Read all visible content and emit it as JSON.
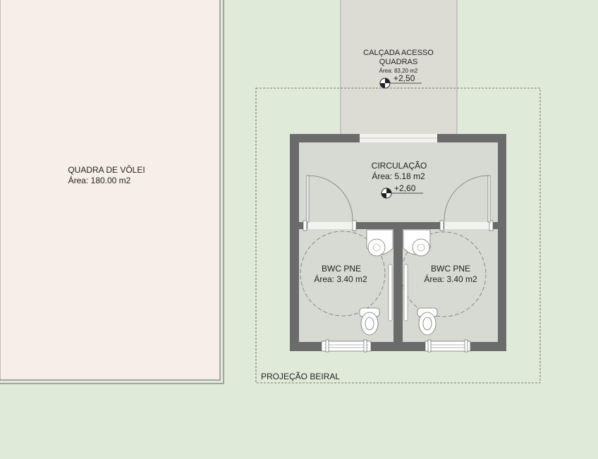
{
  "colors": {
    "ground": "#e0ead9",
    "court": "#f5efe8",
    "court_edge": "#8a8a8a",
    "walkway": "#dcdcd4",
    "wall": "#6b6b6b",
    "room_floor": "#d7d9d3",
    "text": "#222222"
  },
  "court": {
    "name": "QUADRA DE VÔLEI",
    "area": "Área: 180.00 m2"
  },
  "walkway": {
    "name_line1": "CALÇADA ACESSO",
    "name_line2": "QUADRAS",
    "area": "Área: 83,20 m2",
    "level": "+2,50"
  },
  "circulation": {
    "name": "CIRCULAÇÃO",
    "area": "Área: 5.18 m2",
    "level": "+2,60"
  },
  "bathroom_left": {
    "name": "BWC PNE",
    "area": "Área: 3.40 m2"
  },
  "bathroom_right": {
    "name": "BWC PNE",
    "area": "Área: 3.40 m2"
  },
  "eave": {
    "label": "PROJEÇÃO BEIRAL"
  }
}
